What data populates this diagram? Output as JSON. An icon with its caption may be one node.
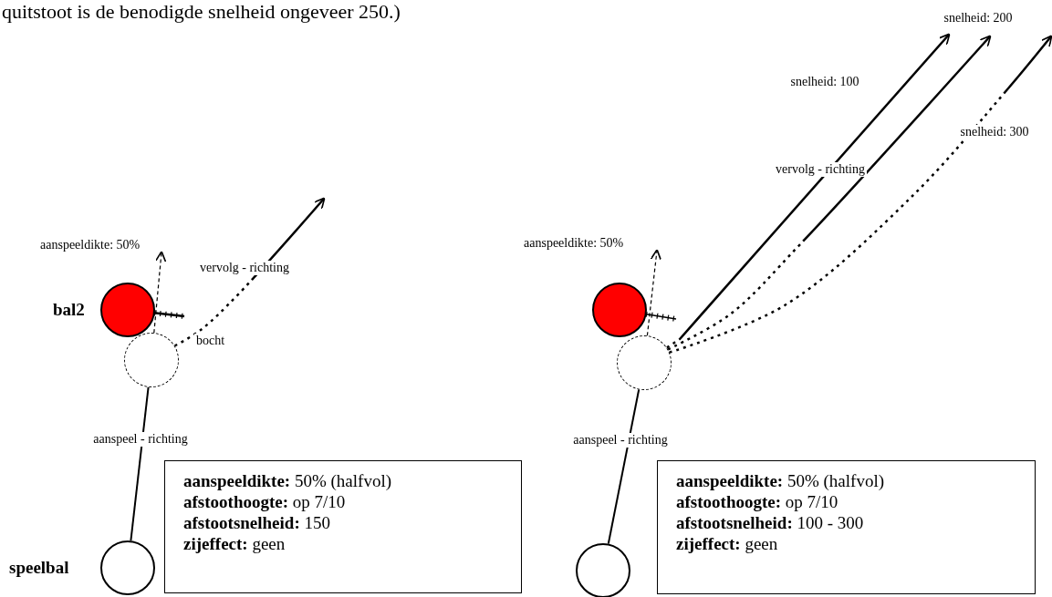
{
  "diagram": {
    "nodes": [
      {
        "text": [],
        "shape": "circle",
        "beside": [
          "bal2"
        ]
      },
      {
        "text": [],
        "shape": "circle"
      },
      {
        "text": [],
        "shape": "circle",
        "beside": [
          "speelbal"
        ]
      },
      {
        "text": [
          "**aanspeeldikte:** 50%  (halfvol)",
          "**afstoothoogte:** op 7/10",
          "**afstootsnelheid:** 150",
          "**zijeffect:** geen"
        ]
      },
      {
        "text": [],
        "shape": "circle"
      },
      {
        "text": [],
        "shape": "circle"
      },
      {
        "text": [],
        "shape": "circle"
      },
      {
        "text": [
          "**aanspeeldikte:** 50%  (halfvol)",
          "**afstoothoogte:** op 7/10",
          "**afstootsnelheid:** 100 - 300",
          "**zijeffect:** geen"
        ]
      },
      {
        "text": [
          "aanspeeldikte: 50%"
        ]
      },
      {
        "text": [
          "aanspeeldikte: 50%"
        ]
      }
    ],
    "edges": [
      {
        "from": 2,
        "to": 1,
        "arrow": "none",
        "label": "aanspeel - richting"
      },
      {
        "from": 1,
        "to": 8,
        "arrow": "to",
        "style": "dashed"
      },
      {
        "from": 1,
        "to": null,
        "arrow": "to",
        "style": "dashed"
      },
      {
        "from": 6,
        "to": 5,
        "arrow": "none",
        "label": "aanspeel - richting"
      },
      {
        "from": 5,
        "to": 9,
        "arrow": "to",
        "style": "dashed"
      },
      {
        "from": 5,
        "to": null,
        "arrow": "to",
        "style": "dashed",
        "label": "snelheid: 100"
      },
      {
        "from": 5,
        "to": null,
        "arrow": "to",
        "style": "dashed",
        "label": "snelheid: 200"
      },
      {
        "from": 5,
        "to": null,
        "arrow": "to",
        "style": "dashed",
        "label": "snelheid: 300"
      }
    ],
    "labels": [
      "quitstoot is de benodigde snelheid ongeveer 250.)",
      "vervolg - richting",
      "bocht",
      "vervolg - richting"
    ]
  }
}
